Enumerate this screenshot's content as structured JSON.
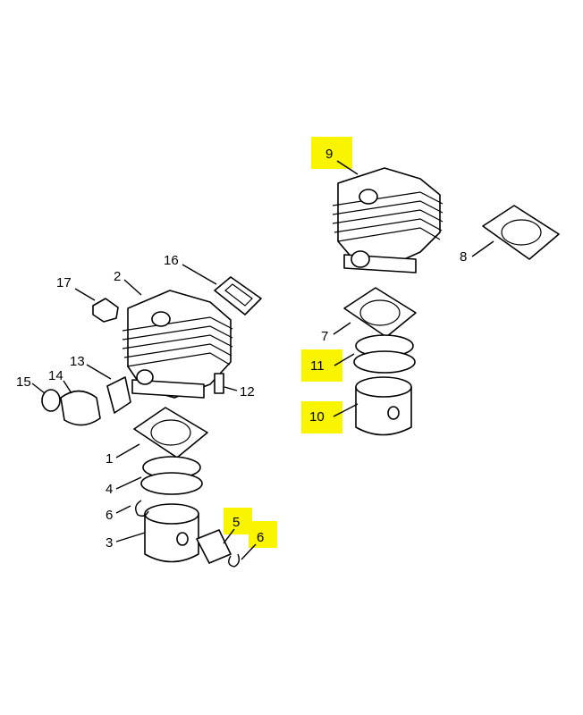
{
  "labels": {
    "p1": "1",
    "p2": "2",
    "p3": "3",
    "p4": "4",
    "p5": "5",
    "p6a": "6",
    "p6b": "6",
    "p7": "7",
    "p8": "8",
    "p9": "9",
    "p10": "10",
    "p11": "11",
    "p12": "12",
    "p13": "13",
    "p14": "14",
    "p15": "15",
    "p16": "16",
    "p17": "17"
  },
  "highlight_color": "#f9f400"
}
